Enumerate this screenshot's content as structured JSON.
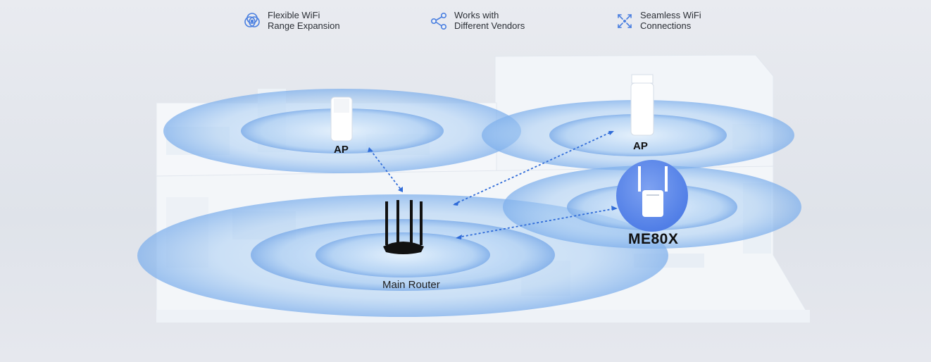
{
  "features": [
    {
      "icon": "wifi-range-icon",
      "line1": "Flexible WiFi",
      "line2": "Range Expansion"
    },
    {
      "icon": "share-vendors-icon",
      "line1": "Works with",
      "line2": "Different Vendors"
    },
    {
      "icon": "seamless-arrows-icon",
      "line1": "Seamless WiFi",
      "line2": "Connections"
    }
  ],
  "labels": {
    "ap_left": "AP",
    "ap_right": "AP",
    "extender": "ME80X",
    "router": "Main Router"
  },
  "colors": {
    "accent": "#4a7fe0",
    "signal": "#7fb6ee",
    "house": "#f4f7fb",
    "extender_badge": "#5b86ec"
  }
}
